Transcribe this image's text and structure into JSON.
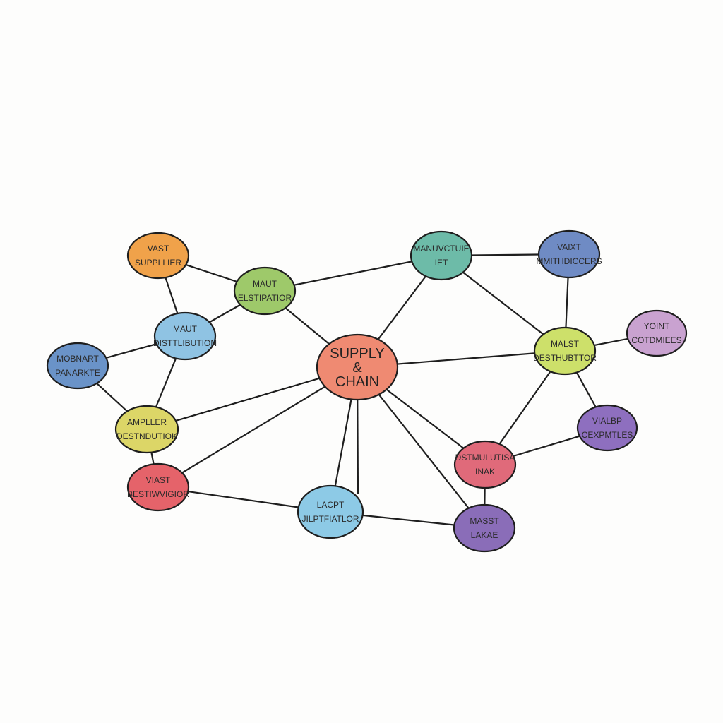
{
  "diagram": {
    "nodes": [
      {
        "id": "n1",
        "lines": [
          "VAST",
          "SUPPLLIER"
        ],
        "color": "#f0a24a"
      },
      {
        "id": "n2",
        "lines": [
          "MAUT",
          "ELSTIPATIOR"
        ],
        "color": "#9ec96a"
      },
      {
        "id": "n3",
        "lines": [
          "MAUT",
          "DISTTLIBUTION"
        ],
        "color": "#8fc3e3"
      },
      {
        "id": "n4",
        "lines": [
          "MOBNART",
          "PANARKTE"
        ],
        "color": "#6a93c8"
      },
      {
        "id": "n5",
        "lines": [
          "AMPLLER",
          "DESTNDUTIOK"
        ],
        "color": "#dcd667"
      },
      {
        "id": "n6",
        "lines": [
          "VIAST",
          "BESTIWVIGIOR"
        ],
        "color": "#e5636a"
      },
      {
        "id": "n7",
        "lines": [
          "SUPPLY",
          "&",
          "CHAIN"
        ],
        "color": "#ef8a72"
      },
      {
        "id": "n8",
        "lines": [
          "MANUVCTUIE",
          "IET"
        ],
        "color": "#6dbba8"
      },
      {
        "id": "n9",
        "lines": [
          "VAIXT",
          "MMITHDICCERS"
        ],
        "color": "#6f8bc4"
      },
      {
        "id": "n10",
        "lines": [
          "MALST",
          "DESTHUBTTOR"
        ],
        "color": "#cde06a"
      },
      {
        "id": "n11",
        "lines": [
          "YOINT",
          "COTDMIEES"
        ],
        "color": "#c9a2d0"
      },
      {
        "id": "n12",
        "lines": [
          "VIALBP",
          "CEXPMTLES"
        ],
        "color": "#8e6fbf"
      },
      {
        "id": "n13",
        "lines": [
          "DSTMULUTISA",
          "INAK"
        ],
        "color": "#e06a7a"
      },
      {
        "id": "n14",
        "lines": [
          "LACPT",
          "JILPTFIATLOR"
        ],
        "color": "#8dcae6"
      },
      {
        "id": "n15",
        "lines": [
          "MASST",
          "LAKAE"
        ],
        "color": "#8a6db8"
      }
    ],
    "edges": [
      [
        "n1",
        "n2"
      ],
      [
        "n1",
        "n3"
      ],
      [
        "n3",
        "n2"
      ],
      [
        "n3",
        "n4"
      ],
      [
        "n3",
        "n5"
      ],
      [
        "n4",
        "n5"
      ],
      [
        "n5",
        "n6"
      ],
      [
        "n2",
        "n7"
      ],
      [
        "n2",
        "n8"
      ],
      [
        "n5",
        "n7"
      ],
      [
        "n6",
        "n7"
      ],
      [
        "n6",
        "n14"
      ],
      [
        "n8",
        "n7"
      ],
      [
        "n8",
        "n9"
      ],
      [
        "n8",
        "n10"
      ],
      [
        "n9",
        "n10"
      ],
      [
        "n7",
        "n10"
      ],
      [
        "n10",
        "n11"
      ],
      [
        "n10",
        "n12"
      ],
      [
        "n10",
        "n13"
      ],
      [
        "n12",
        "n13"
      ],
      [
        "n7",
        "n13"
      ],
      [
        "n7",
        "n15"
      ],
      [
        "n7",
        "n14"
      ],
      [
        "n7",
        "n14b"
      ],
      [
        "n13",
        "n15"
      ],
      [
        "n14",
        "n15"
      ]
    ]
  }
}
